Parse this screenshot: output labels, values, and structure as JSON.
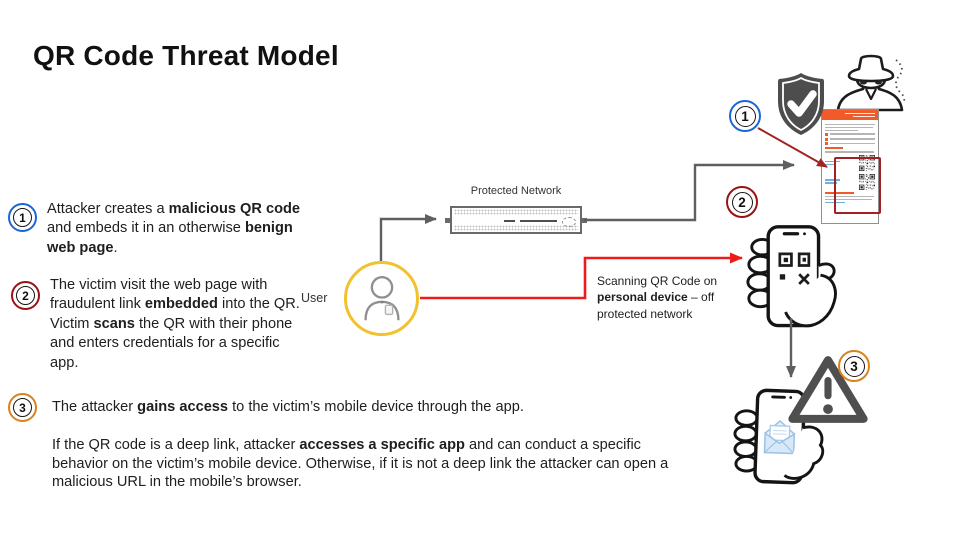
{
  "title": "QR Code Threat Model",
  "colors": {
    "title_text": "#111111",
    "body_text": "#1e1e1e",
    "accent_blue": "#1b66d9",
    "accent_darkred": "#9b1212",
    "accent_orange": "#d8831c",
    "user_ring_gold": "#f2c12e",
    "line_gray": "#5f5f5f",
    "line_red": "#ee1b1b",
    "diagonal_darkred": "#a32222",
    "flyer_orange": "#f15b2a",
    "flyer_link_blue": "#6fb0de",
    "highlight_red": "#a32024",
    "shield_gray": "#4d4d4d",
    "triangle_gray": "#4f4f4f",
    "mail_blue": "#d7e9f8"
  },
  "steps": [
    {
      "num": "1",
      "rich": [
        {
          "t": "Attacker creates a "
        },
        {
          "t": "malicious QR code",
          "b": true
        },
        {
          "t": " and embeds it in an otherwise "
        },
        {
          "t": "benign web page",
          "b": true
        },
        {
          "t": "."
        }
      ]
    },
    {
      "num": "2",
      "rich": [
        {
          "t": "The victim visit the web page with fraudulent link "
        },
        {
          "t": "embedded",
          "b": true
        },
        {
          "t": " into the QR. Victim "
        },
        {
          "t": "scans",
          "b": true
        },
        {
          "t": " the QR with their phone and enters credentials for a specific app."
        }
      ]
    },
    {
      "num": "3",
      "rich": [
        {
          "t": "The attacker "
        },
        {
          "t": "gains access",
          "b": true
        },
        {
          "t": " to the victim’s mobile device through the app."
        }
      ]
    }
  ],
  "paragraph": {
    "rich": [
      {
        "t": "If the QR code is a deep link, attacker "
      },
      {
        "t": "accesses a specific app",
        "b": true
      },
      {
        "t": " and can conduct a specific behavior on the victim’s mobile device. Otherwise, if it is not a deep link the attacker can open a malicious URL in the mobile’s browser."
      }
    ]
  },
  "diagram": {
    "user_label": "User",
    "network_label": "Protected Network",
    "scan_note": {
      "rich": [
        {
          "t": "Scanning QR Code on "
        },
        {
          "t": "personal device",
          "b": true
        },
        {
          "t": " – off protected network"
        }
      ]
    },
    "markers": [
      {
        "num": "1"
      },
      {
        "num": "2"
      },
      {
        "num": "3"
      }
    ]
  },
  "icons": {
    "attacker": "spy-attacker-icon",
    "shield": "shield-check-icon",
    "user": "user-person-icon",
    "router": "network-switch-icon",
    "phone_scan": "hand-holding-phone-qr-icon",
    "phone_compromised": "hand-holding-phone-mail-icon",
    "warning": "warning-triangle-icon",
    "qr": "qr-code-icon"
  }
}
